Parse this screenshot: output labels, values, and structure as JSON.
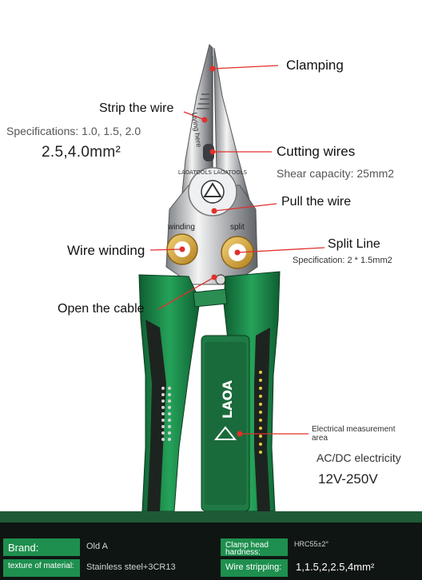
{
  "callouts": {
    "clamping": "Clamping",
    "strip_wire": "Strip the wire",
    "strip_spec": "Specifications: 1.0, 1.5, 2.0",
    "strip_sizes": "2.5,4.0mm²",
    "cutting_wires": "Cutting wires",
    "shear_capacity": "Shear capacity: 25mm2",
    "pull_wire": "Pull the wire",
    "wire_winding": "Wire winding",
    "split_line": "Split Line",
    "split_spec": "Specification: 2 * 1.5mm2",
    "open_cable": "Open the cable",
    "electrical_area": "Electrical measurement area",
    "acdc": "AC/DC electricity",
    "voltage": "12V-250V"
  },
  "tool_marks": {
    "blade_text": "Living here",
    "badge_ring": "LAOATOOLS LAOATOOLS",
    "winding_label": "winding",
    "split_label": "split",
    "brand_logo": "LAOA"
  },
  "specs": {
    "brand_label": "Brand:",
    "brand_value": "Old A",
    "texture_label": "texture of material:",
    "texture_value": "Stainless steel+3CR13",
    "hardness_label": "Clamp head hardness:",
    "hardness_value": "HRC55±2°",
    "stripping_label": "Wire stripping:",
    "stripping_value": "1,1.5,2,2.5,4mm²"
  },
  "colors": {
    "handle_green": "#1e8f4e",
    "handle_dark": "#1d2420",
    "marker_red": "#e0312b",
    "spec_bar": "#0f1512"
  }
}
